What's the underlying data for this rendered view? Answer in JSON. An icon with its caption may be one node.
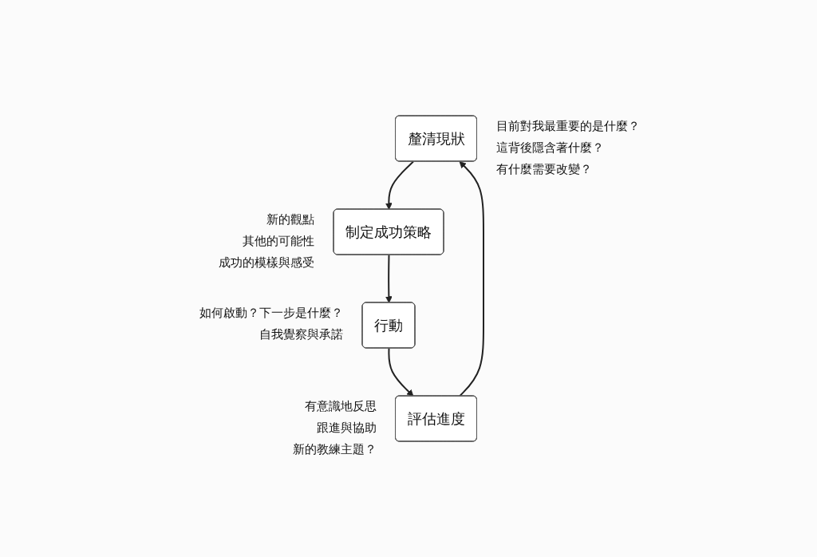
{
  "diagram": {
    "nodes": [
      {
        "text": [
          "釐清現狀"
        ],
        "beside": [
          "目前對我最重要的是什麼？",
          "這背後隱含著什麼？",
          "有什麼需要改變？"
        ]
      },
      {
        "text": [
          "制定成功策略"
        ],
        "beside": [
          "新的觀點",
          "其他的可能性",
          "成功的模樣與感受"
        ]
      },
      {
        "text": [
          "行動"
        ],
        "beside": [
          "如何啟動？下一步是什麼？",
          "自我覺察與承諾"
        ]
      },
      {
        "text": [
          "評估進度"
        ],
        "beside": [
          "有意識地反思",
          "跟進與協助",
          "新的教練主題？"
        ]
      }
    ],
    "edges": [
      {
        "from": 0,
        "to": 1,
        "arrow": "to"
      },
      {
        "from": 1,
        "to": 2,
        "arrow": "to"
      },
      {
        "from": 2,
        "to": 3,
        "arrow": "to"
      },
      {
        "from": 3,
        "to": 0,
        "arrow": "to"
      }
    ]
  }
}
